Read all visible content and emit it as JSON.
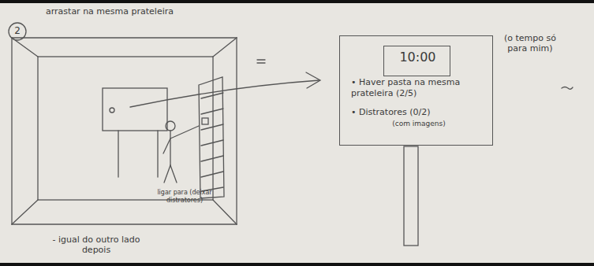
{
  "diagram": {
    "nodes": [
      {
        "text": [
          "• Haver pasta na mesma prateleira (2/5)",
          "• Distratores (0/2)",
          "(com imagens)"
        ]
      },
      {
        "text": [
          "10:00"
        ],
        "in": 0
      }
    ],
    "labels": [
      "2",
      "arrastar na mesma prateleira",
      "ligar para (deixar distratores)",
      "- igual do outro lado depois",
      "(o tempo só para mim)"
    ]
  }
}
